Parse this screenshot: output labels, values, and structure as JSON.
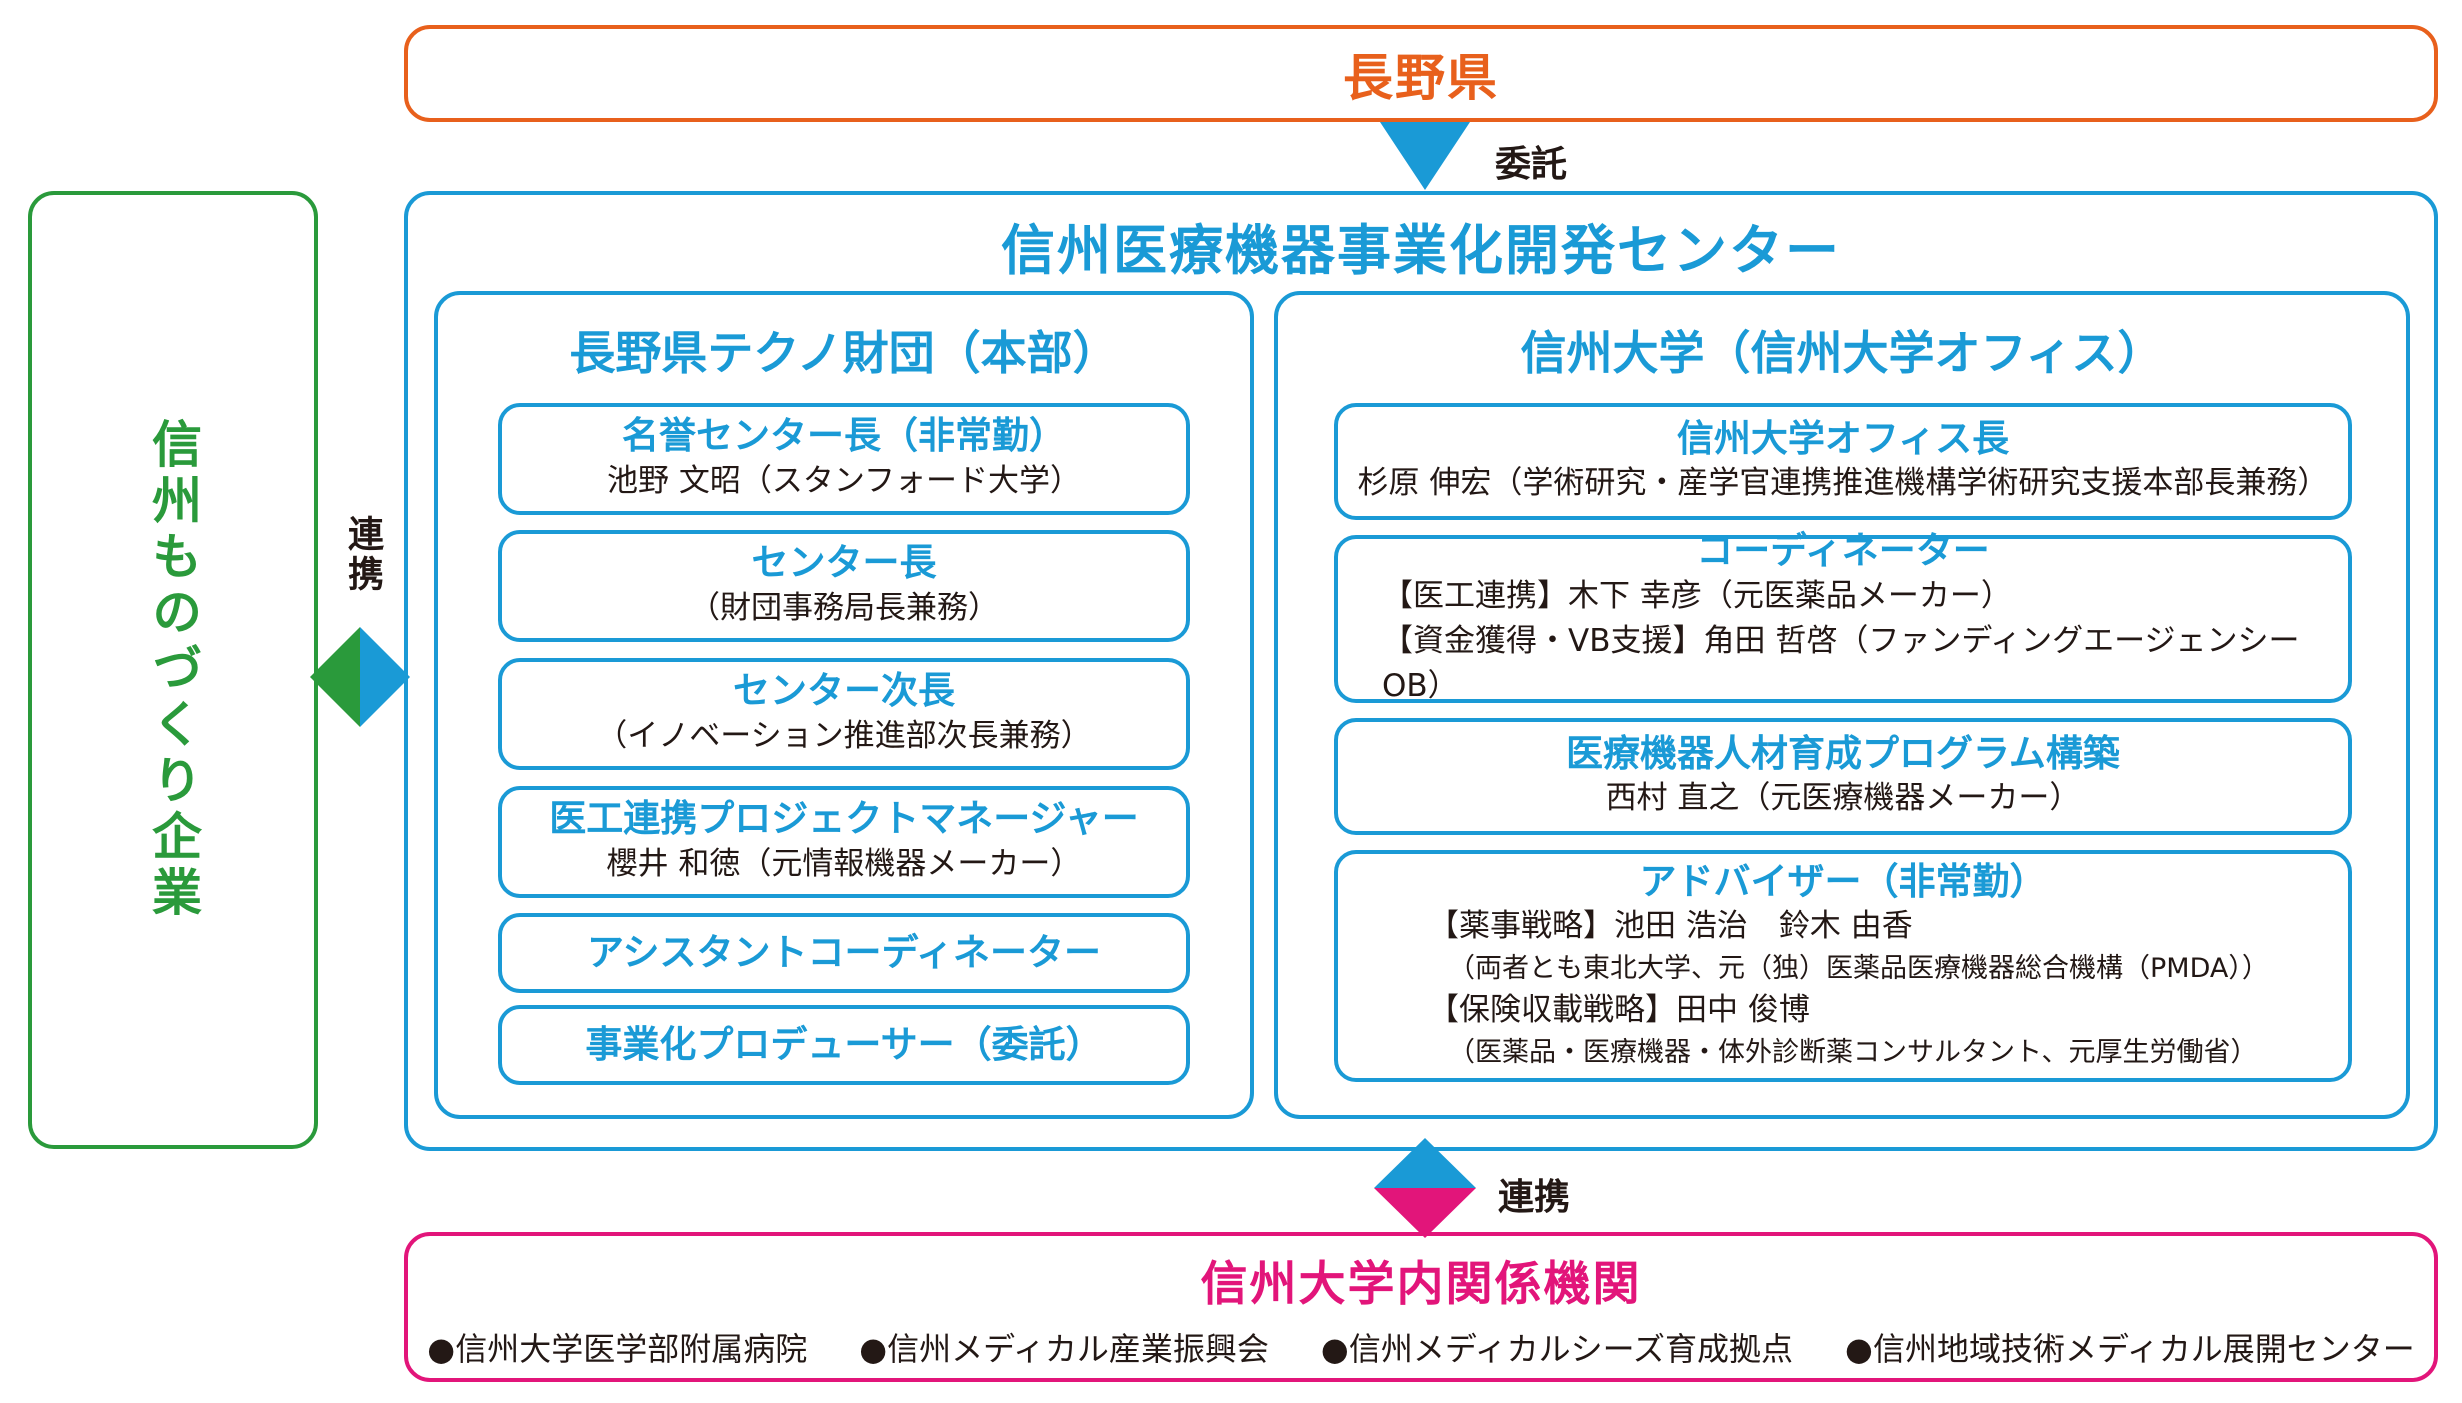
{
  "prefecture": {
    "title": "長野県"
  },
  "commission_label": "委託",
  "enterprise": {
    "title": "信州ものづくり企業"
  },
  "left_link_label": "連携",
  "center": {
    "title": "信州医療機器事業化開発センター"
  },
  "foundation": {
    "title": "長野県テクノ財団（本部）",
    "cards": [
      {
        "title": "名誉センター長（非常勤）",
        "body": "池野 文昭（スタンフォード大学）"
      },
      {
        "title": "センター長",
        "body": "（財団事務局長兼務）"
      },
      {
        "title": "センター次長",
        "body": "（イノベーション推進部次長兼務）"
      },
      {
        "title": "医工連携プロジェクトマネージャー",
        "body": "櫻井 和徳（元情報機器メーカー）"
      },
      {
        "title": "アシスタントコーディネーター",
        "body": ""
      },
      {
        "title": "事業化プロデューサー（委託）",
        "body": ""
      }
    ]
  },
  "university": {
    "title": "信州大学（信州大学オフィス）",
    "cards": [
      {
        "title": "信州大学オフィス長",
        "lines": [
          "杉原 伸宏（学術研究・産学官連携推進機構学術研究支援本部長兼務）"
        ]
      },
      {
        "title": "コーディネーター",
        "lines": [
          "【医工連携】木下 幸彦（元医薬品メーカー）",
          "【資金獲得・VB支援】角田 哲啓（ファンディングエージェンシーOB）"
        ]
      },
      {
        "title": "医療機器人材育成プログラム構築",
        "lines": [
          "西村 直之（元医療機器メーカー）"
        ]
      },
      {
        "title": "アドバイザー（非常勤）",
        "lines": [
          "【薬事戦略】池田 浩治　鈴木 由香",
          "（両者とも東北大学、元（独）医薬品医療機器総合機構（PMDA））",
          "【保険収載戦略】田中 俊博",
          "（医薬品・医療機器・体外診断薬コンサルタント、元厚生労働省）"
        ]
      }
    ]
  },
  "bottom_link_label": "連携",
  "related": {
    "title": "信州大学内関係機関",
    "items": [
      "●信州大学医学部附属病院",
      "●信州メディカル産業振興会",
      "●信州メディカルシーズ育成拠点",
      "●信州地域技術メディカル展開センター"
    ]
  },
  "colors": {
    "orange": "#e8601c",
    "blue": "#1a9ad6",
    "green": "#2a9a3b",
    "pink": "#e2157a"
  }
}
